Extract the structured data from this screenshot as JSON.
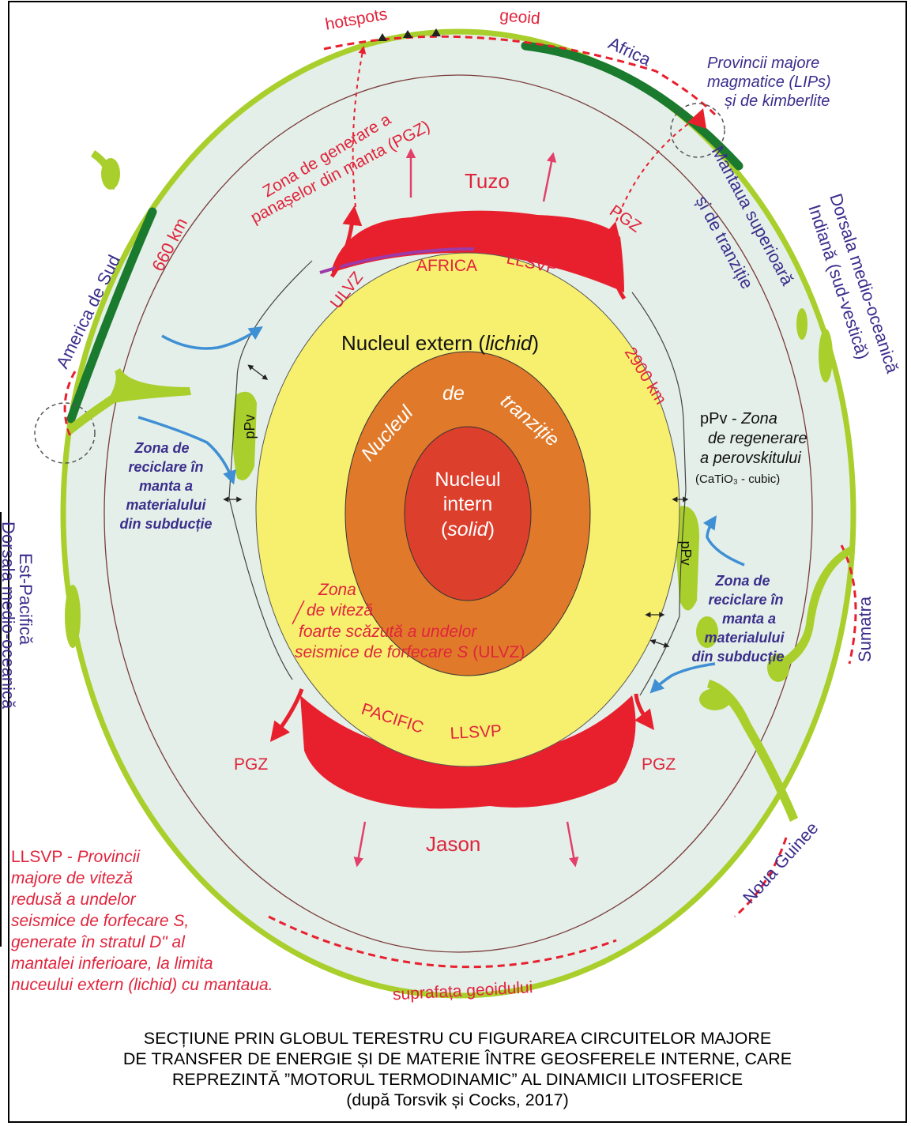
{
  "labels": {
    "hotspots": "hotspots",
    "geoid": "geoid",
    "africa_plate": "Africa",
    "lips_1": "Provincii majore",
    "lips_2": "magmatice (LIPs)",
    "lips_3": "și de kimberlite",
    "pgz_zone_1": "Zona de generare a",
    "pgz_zone_2": "panașelor din manta (PGZ)",
    "tuzo": "Tuzo",
    "pgz": "PGZ",
    "upper_mantle_1": "Mantaua superioară",
    "upper_mantle_2": "și de tranziție",
    "indian_ridge_1": "Dorsala medio-oceanică",
    "indian_ridge_2": "Indiană (sud-vestică)",
    "km660": "660 km",
    "south_america": "America de Sud",
    "africa_llsvp_1": "AFRICA",
    "africa_llsvp_2": "LLSVP",
    "ulvz": "ULVZ",
    "outer_core_1": "Nucleul extern (",
    "outer_core_2": "lichid",
    "outer_core_3": ")",
    "km2900": "2900 km",
    "transition_core_1": "Nucleul",
    "transition_core_2": "de",
    "transition_core_3": "tranziție",
    "inner_core_1": "Nucleul",
    "inner_core_2": "intern",
    "inner_core_3": "solid",
    "ppv": "pPv",
    "ppv_zone_1": "pPv - Zona",
    "ppv_zone_2": "de regenerare",
    "ppv_zone_3": "a perovskitului",
    "ppv_zone_4": "(CaTiO₃ - cubic)",
    "recycle_1": "Zona de",
    "recycle_2": "reciclare în",
    "recycle_3": "manta a",
    "recycle_4": "materialului",
    "recycle_5": "din subducție",
    "ulvz_zone_1": "Zona",
    "ulvz_zone_2": "de viteză",
    "ulvz_zone_3": "foarte scăzută a undelor",
    "ulvz_zone_4": "seismice de forfecare S (ULVZ)",
    "pacific_llsvp_1": "PACIFIC",
    "pacific_llsvp_2": "LLSVP",
    "jason": "Jason",
    "sumatra": "Sumatra",
    "noua_guinee": "Noua Guinee",
    "east_pacific_1": "Dorsala medio-oceanică",
    "east_pacific_2": "Est-Pacifică",
    "llsvp_def_1": "LLSVP - Provincii",
    "llsvp_def_2": "majore de viteză",
    "llsvp_def_3": "redusă a undelor",
    "llsvp_def_4": "seismice de forfecare S,",
    "llsvp_def_5": "generate în stratul D\" al",
    "llsvp_def_6": "mantalei inferioare, la limita",
    "llsvp_def_7": "nuceului extern (lichid) cu mantaua.",
    "geoid_surface": "suprafața geoidului"
  },
  "caption": {
    "line1": "SECȚIUNE PRIN GLOBUL TERESTRU CU FIGURAREA CIRCUITELOR MAJORE",
    "line2": "DE TRANSFER DE ENERGIE ȘI DE MATERIE ÎNTRE GEOSFERELE INTERNE, CARE",
    "line3": "REPREZINTĂ ”MOTORUL TERMODINAMIC” AL DINAMICII LITOSFERICE",
    "line4": "(după Torsvik și Cocks, 2017)"
  },
  "colors": {
    "mantle": "#e4efe9",
    "outer_core": "#f7ef6e",
    "transition_core": "#e07a2a",
    "inner_core": "#dc3f2c",
    "llsvp": "#e8202e",
    "crust_green": "#a9cf2c",
    "continent": "#1a7a2e",
    "label_red": "#e0243c",
    "label_blue": "#3b2e8c",
    "arrow_blue": "#3f8fd4"
  }
}
